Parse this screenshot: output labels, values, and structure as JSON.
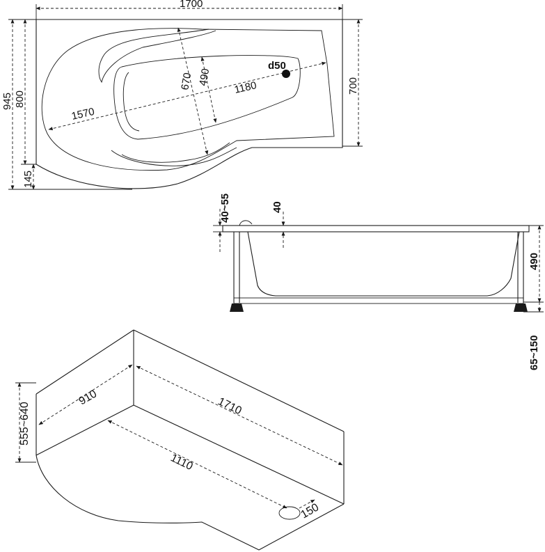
{
  "top_view": {
    "width": "1700",
    "total_height": "945",
    "body_height": "800",
    "front_offset": "145",
    "right_height": "700",
    "diagonal_length": "1570",
    "inner_width": "670",
    "bottom_width": "490",
    "bottom_length": "1180",
    "drain": "d50"
  },
  "side_view": {
    "rim": "40~55",
    "lip": "40",
    "depth": "490",
    "legs": "65~150"
  },
  "iso_view": {
    "left_side": "910",
    "back_side": "1710",
    "height": "555~640",
    "inner_length": "1110",
    "drain": "150"
  }
}
